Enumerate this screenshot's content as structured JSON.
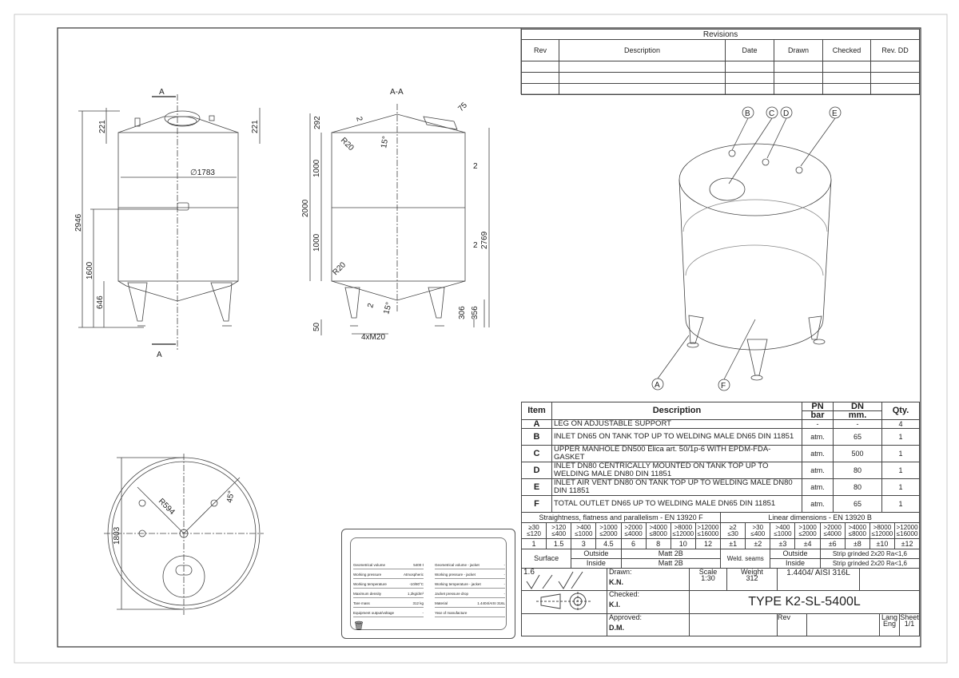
{
  "revisions": {
    "title": "Revisions",
    "headers": [
      "Rev",
      "Description",
      "Date",
      "Drawn",
      "Checked",
      "Rev. DD"
    ],
    "rows": [
      [
        "",
        "",
        "",
        "",
        "",
        ""
      ],
      [
        "",
        "",
        "",
        "",
        "",
        ""
      ],
      [
        "",
        "",
        "",
        "",
        "",
        ""
      ]
    ]
  },
  "front_view": {
    "section_mark": "A",
    "dims": {
      "d1": "221",
      "d2": "221",
      "dia": "∅1783",
      "total_height": "2946",
      "inlet_height": "1600",
      "leg_height": "646"
    }
  },
  "section_view": {
    "title": "A-A",
    "dims": {
      "top": "292",
      "wall_top": "2",
      "radius_top": "R20",
      "angle_top": "15°",
      "manhole": "75",
      "upper": "1000",
      "lower": "1000",
      "shell": "2000",
      "side_top": "2",
      "side_bottom": "2",
      "overall": "2769",
      "radius_bottom": "R20",
      "wall_bottom": "2",
      "angle_bottom": "15°",
      "outlet_h": "306",
      "outlet_h2": "356",
      "foot": "50",
      "bolts": "4xM20"
    }
  },
  "top_view": {
    "dims": {
      "radius": "R594",
      "angle": "45°",
      "width": "1803"
    }
  },
  "iso_view": {
    "callouts": [
      "A",
      "B",
      "C",
      "D",
      "E",
      "F"
    ]
  },
  "nameplate": {
    "left": [
      [
        "Geometrical volume",
        "5400 ℓ"
      ],
      [
        "Working pressure",
        "Atmospheric"
      ],
      [
        "Working temperature",
        "-10/80°C"
      ],
      [
        "Maximum density",
        "1,2kg/dm³"
      ],
      [
        "Tare mass",
        "312 kg"
      ],
      [
        "Equipment output/voltage",
        "-"
      ]
    ],
    "right": [
      [
        "Geometrical volume - jacket",
        "-"
      ],
      [
        "Working pressure - jacket",
        "-"
      ],
      [
        "Working temperature - jacket",
        "-"
      ],
      [
        "Jacket pressure drop",
        "-"
      ],
      [
        "Material",
        "1.4404/AISI 316L"
      ],
      [
        "Year of manufacture",
        ""
      ]
    ]
  },
  "parts": {
    "headers": {
      "item": "Item",
      "description": "Description",
      "pn": "PN",
      "pn_unit": "bar",
      "dn": "DN",
      "dn_unit": "mm.",
      "qty": "Qty."
    },
    "rows": [
      {
        "item": "A",
        "description": "LEG ON ADJUSTABLE SUPPORT",
        "pn": "-",
        "dn": "-",
        "qty": "4"
      },
      {
        "item": "B",
        "description": "INLET DN65 ON TANK TOP UP TO WELDING MALE DN65 DIN 11851",
        "pn": "atm.",
        "dn": "65",
        "qty": "1"
      },
      {
        "item": "C",
        "description": "UPPER MANHOLE DN500 Elica art. 50/1p-6 WITH EPDM-FDA-GASKET",
        "pn": "atm.",
        "dn": "500",
        "qty": "1"
      },
      {
        "item": "D",
        "description": "INLET DN80 CENTRICALLY MOUNTED ON TANK TOP UP TO WELDING MALE DN80 DIN 11851",
        "pn": "atm.",
        "dn": "80",
        "qty": "1"
      },
      {
        "item": "E",
        "description": "INLET AIR VENT DN80 ON TANK TOP UP TO WELDING MALE DN80 DIN 11851",
        "pn": "atm.",
        "dn": "80",
        "qty": "1"
      },
      {
        "item": "F",
        "description": "TOTAL OUTLET DN65 UP TO WELDING MALE DN65 DIN 11851",
        "pn": "atm.",
        "dn": "65",
        "qty": "1"
      }
    ]
  },
  "tolerances": {
    "straightness_title": "Straightness, flatness and parallelism - EN 13920 F",
    "linear_title": "Linear dimensions - EN 13920 B",
    "straightness_ranges": [
      [
        "≥30",
        "≤120"
      ],
      [
        ">120",
        "≤400"
      ],
      [
        ">400",
        "≤1000"
      ],
      [
        ">1000",
        "≤2000"
      ],
      [
        ">2000",
        "≤4000"
      ],
      [
        ">4000",
        "≤8000"
      ],
      [
        ">8000",
        "≤12000"
      ],
      [
        ">12000",
        "≤16000"
      ]
    ],
    "straightness_values": [
      "1",
      "1.5",
      "3",
      "4.5",
      "6",
      "8",
      "10",
      "12"
    ],
    "linear_ranges": [
      [
        "≥2",
        "≤30"
      ],
      [
        ">30",
        "≤400"
      ],
      [
        ">400",
        "≤1000"
      ],
      [
        ">1000",
        "≤2000"
      ],
      [
        ">2000",
        "≤4000"
      ],
      [
        ">4000",
        "≤8000"
      ],
      [
        ">8000",
        "≤12000"
      ],
      [
        ">12000",
        "≤16000"
      ]
    ],
    "linear_values": [
      "±1",
      "±2",
      "±3",
      "±4",
      "±6",
      "±8",
      "±10",
      "±12"
    ],
    "surface_label": "Surface",
    "outside": "Outside",
    "inside": "Inside",
    "surface_outside": "Matt 2B",
    "surface_inside": "Matt 2B",
    "weld_label": "Weld. seams",
    "weld_outside": "Strip grinded 2x20 Ra<1,6",
    "weld_inside": "Strip grinded 2x20 Ra<1,6"
  },
  "title_block": {
    "roughness": "1.6",
    "drawn_label": "Drawn:",
    "drawn": "K.N.",
    "checked_label": "Checked:",
    "checked": "K.I.",
    "approved_label": "Approved:",
    "approved": "D.M.",
    "scale_label": "Scale",
    "scale": "1:30",
    "weight_label": "Weight",
    "weight": "312",
    "material": "1.4404/ AISI 316L",
    "title": "TYPE K2-SL-5400L",
    "rev_label": "Rev",
    "lang_label": "Lang",
    "lang": "Eng",
    "sheet_label": "Sheet",
    "sheet": "1/1"
  }
}
